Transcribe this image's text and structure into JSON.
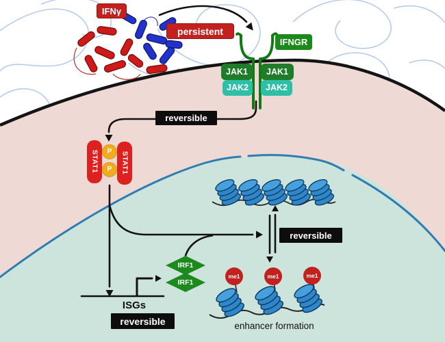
{
  "diagram": {
    "labels": {
      "ifng": "IFNγ",
      "persistent": "persistent",
      "ifngr": "IFNGR",
      "jak1": "JAK1",
      "jak2": "JAK2",
      "reversible": "reversible",
      "stat1": "STAT1",
      "phospho": "P",
      "irf1": "IRF1",
      "me1": "me1",
      "isgs": "ISGs",
      "enhancer_formation": "enhancer formation"
    },
    "colors": {
      "red_label": "#c32020",
      "green_label": "#1b8a1b",
      "jak1_green": "#1f7d2a",
      "jak2_teal": "#2dbfa7",
      "black_label": "#0d0d0d",
      "stat1_red": "#dd2121",
      "phospho_yellow": "#f1ab1f",
      "irf1_green": "#1d8a1d",
      "me1_red": "#c32020",
      "cytoplasm_pink": "#eed9d5",
      "nucleus_teal": "#cde4dc",
      "nucleus_border_blue": "#2e7cb0",
      "membrane_black": "#141414",
      "nucleosome_blue": "#2f86c8",
      "squiggle_blue": "#b3c9ea"
    }
  }
}
